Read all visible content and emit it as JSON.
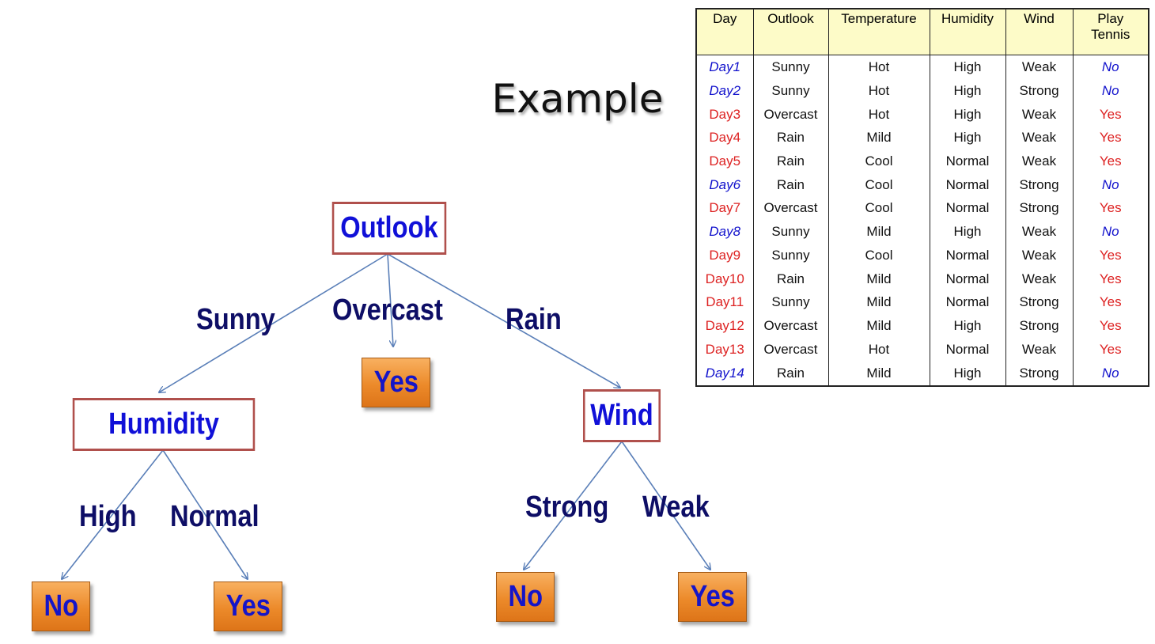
{
  "title": "Example",
  "tree": {
    "root": "Outlook",
    "humidity": "Humidity",
    "wind": "Wind",
    "leaf_overcast": "Yes",
    "leaf_high": "No",
    "leaf_normal": "Yes",
    "leaf_strong": "No",
    "leaf_weak": "Yes",
    "edge_sunny": "Sunny",
    "edge_overcast": "Overcast",
    "edge_rain": "Rain",
    "edge_high": "High",
    "edge_normal": "Normal",
    "edge_strong": "Strong",
    "edge_weak": "Weak"
  },
  "table": {
    "headers": [
      "Day",
      "Outlook",
      "Temperature",
      "Humidity",
      "Wind",
      "Play Tennis"
    ],
    "rows": [
      [
        "Day1",
        "Sunny",
        "Hot",
        "High",
        "Weak",
        "No"
      ],
      [
        "Day2",
        "Sunny",
        "Hot",
        "High",
        "Strong",
        "No"
      ],
      [
        "Day3",
        "Overcast",
        "Hot",
        "High",
        "Weak",
        "Yes"
      ],
      [
        "Day4",
        "Rain",
        "Mild",
        "High",
        "Weak",
        "Yes"
      ],
      [
        "Day5",
        "Rain",
        "Cool",
        "Normal",
        "Weak",
        "Yes"
      ],
      [
        "Day6",
        "Rain",
        "Cool",
        "Normal",
        "Strong",
        "No"
      ],
      [
        "Day7",
        "Overcast",
        "Cool",
        "Normal",
        "Strong",
        "Yes"
      ],
      [
        "Day8",
        "Sunny",
        "Mild",
        "High",
        "Weak",
        "No"
      ],
      [
        "Day9",
        "Sunny",
        "Cool",
        "Normal",
        "Weak",
        "Yes"
      ],
      [
        "Day10",
        "Rain",
        "Mild",
        "Normal",
        "Weak",
        "Yes"
      ],
      [
        "Day11",
        "Sunny",
        "Mild",
        "Normal",
        "Strong",
        "Yes"
      ],
      [
        "Day12",
        "Overcast",
        "Mild",
        "High",
        "Strong",
        "Yes"
      ],
      [
        "Day13",
        "Overcast",
        "Hot",
        "Normal",
        "Weak",
        "Yes"
      ],
      [
        "Day14",
        "Rain",
        "Mild",
        "High",
        "Strong",
        "No"
      ]
    ]
  },
  "colors": {
    "node_border": "#b0504c",
    "node_text": "#1010d8",
    "edge_text": "#0e0e66",
    "leaf_fill": "#ec8a2a",
    "table_header": "#fdfbc8",
    "no_color": "#1111cc",
    "yes_color": "#dd2222"
  }
}
